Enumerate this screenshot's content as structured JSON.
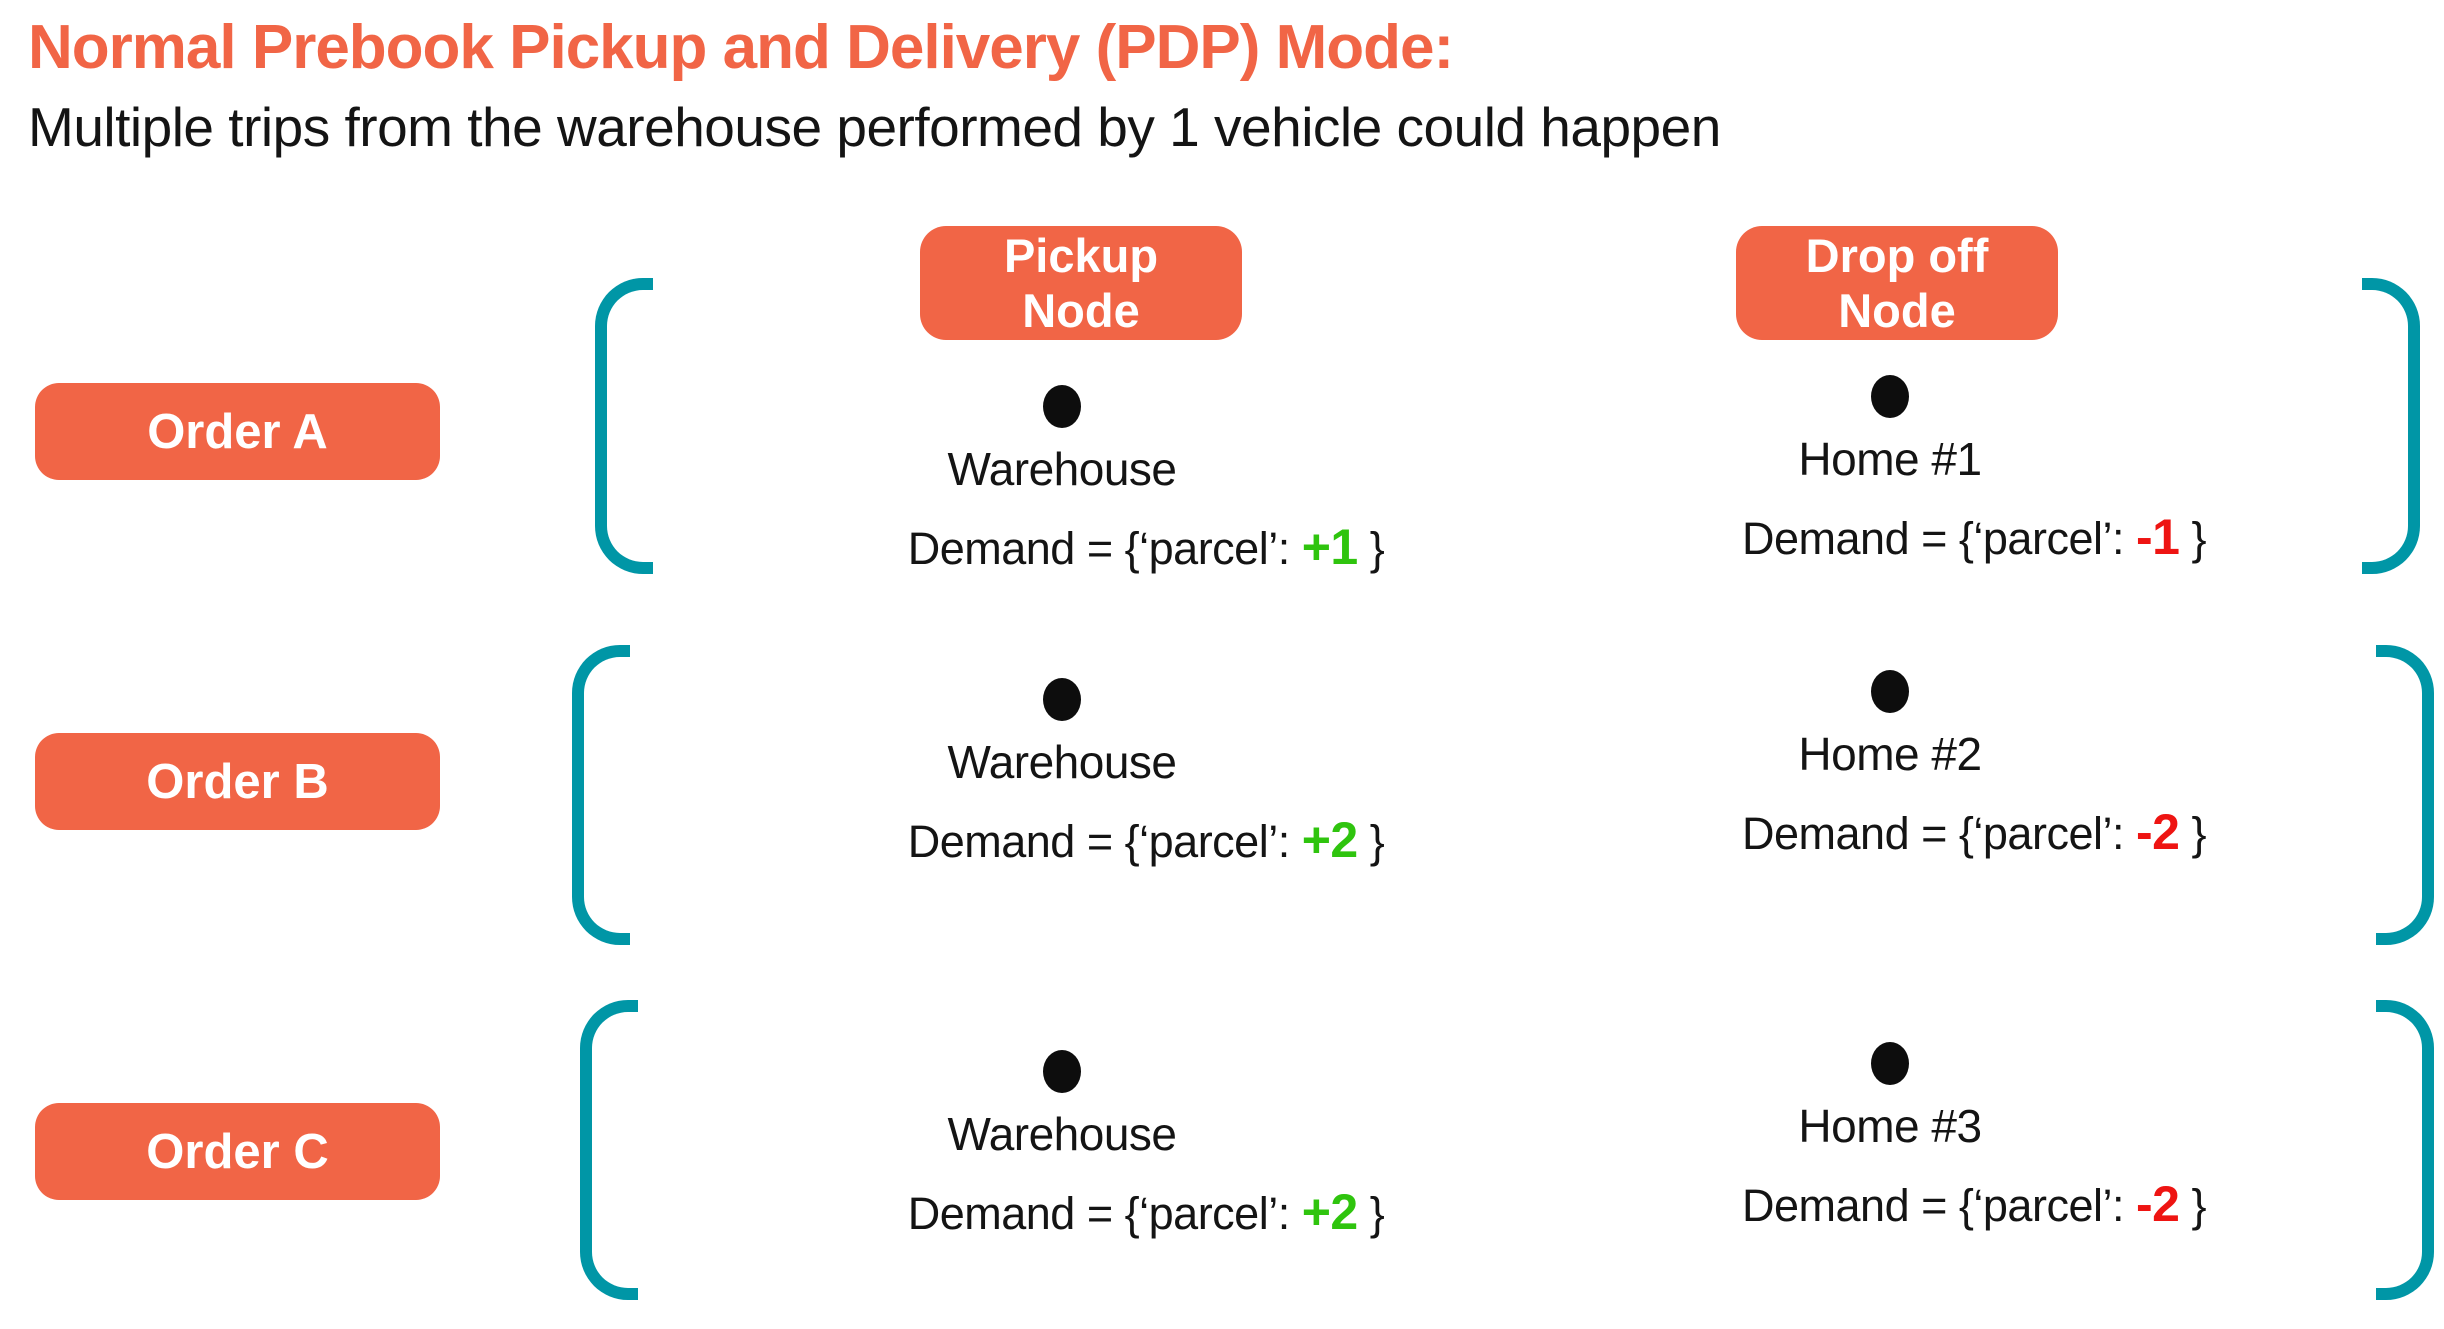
{
  "header": {
    "title": "Normal Prebook Pickup and Delivery (PDP) Mode:",
    "subtitle": "Multiple trips from the warehouse performed by 1 vehicle could happen"
  },
  "column_headers": {
    "pickup_label": "Pickup\nNode",
    "dropoff_label": "Drop off\nNode"
  },
  "demand_format": {
    "prefix": "Demand = {‘parcel’: ",
    "suffix": " }"
  },
  "orders": [
    {
      "label": "Order A",
      "pickup": {
        "name": "Warehouse",
        "demand": "+1"
      },
      "dropoff": {
        "name": "Home #1",
        "demand": "-1"
      }
    },
    {
      "label": "Order B",
      "pickup": {
        "name": "Warehouse",
        "demand": "+2"
      },
      "dropoff": {
        "name": "Home #2",
        "demand": "-2"
      }
    },
    {
      "label": "Order C",
      "pickup": {
        "name": "Warehouse",
        "demand": "+2"
      },
      "dropoff": {
        "name": "Home #3",
        "demand": "-2"
      }
    }
  ],
  "colors": {
    "accent_orange": "#F16546",
    "bracket_teal": "#0096A6",
    "demand_positive_green": "#2FC40E",
    "demand_negative_red": "#EE1412",
    "node_dot_black": "#0d0d0d"
  }
}
